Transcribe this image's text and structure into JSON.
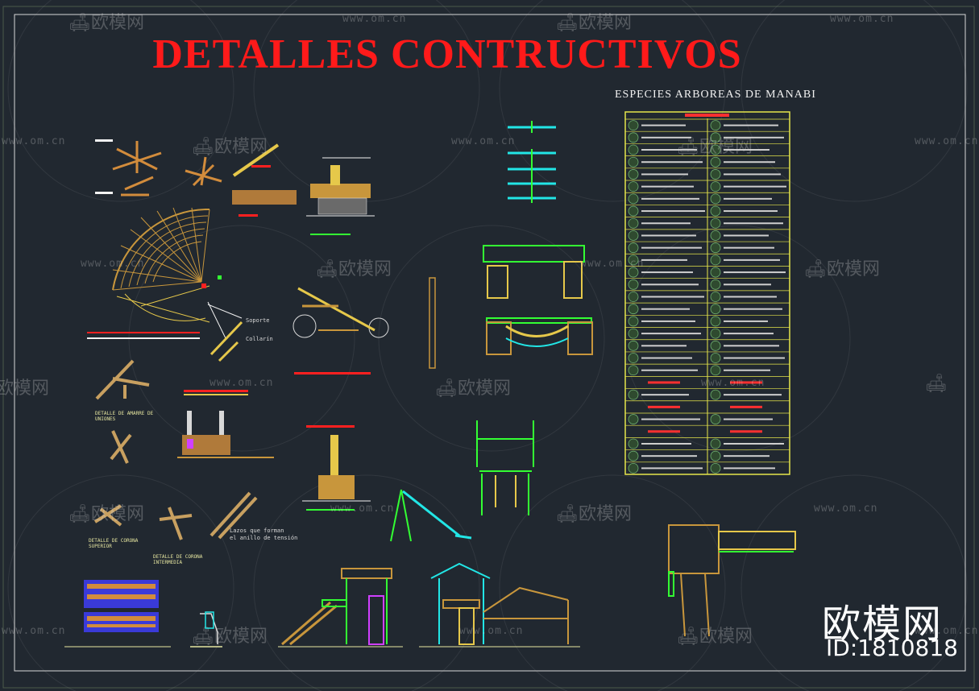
{
  "title": "DETALLES CONTRUCTIVOS",
  "table_title": "ESPECIES  ARBOREAS  DE MANABI",
  "watermark": {
    "logo_text": "欧模网",
    "url_text": "www.om.cn"
  },
  "brand": {
    "name": "欧模网",
    "id_text": "ID:1810818"
  },
  "notes": {
    "anillo_tension": "Lazos que forman\nel anillo de tensión",
    "corona_superior": "DETALLE DE CORONA\nSUPERIOR",
    "corona_intermedia": "DETALLE DE CORONA\nINTERMEDIA",
    "amarre_uniones": "DETALLE DE AMARRE DE\nUNIONES"
  },
  "colors": {
    "background": "#212830",
    "title": "#ff1a1a",
    "table_border": "#e6e64a",
    "table_header": "#ff3030",
    "cad_green": "#33ff33",
    "cad_cyan": "#22e6e6",
    "cad_yellow": "#e6c84a",
    "cad_orange": "#d28c3c",
    "cad_magenta": "#d040ff"
  },
  "icons": [
    "sofa-logo-icon"
  ]
}
